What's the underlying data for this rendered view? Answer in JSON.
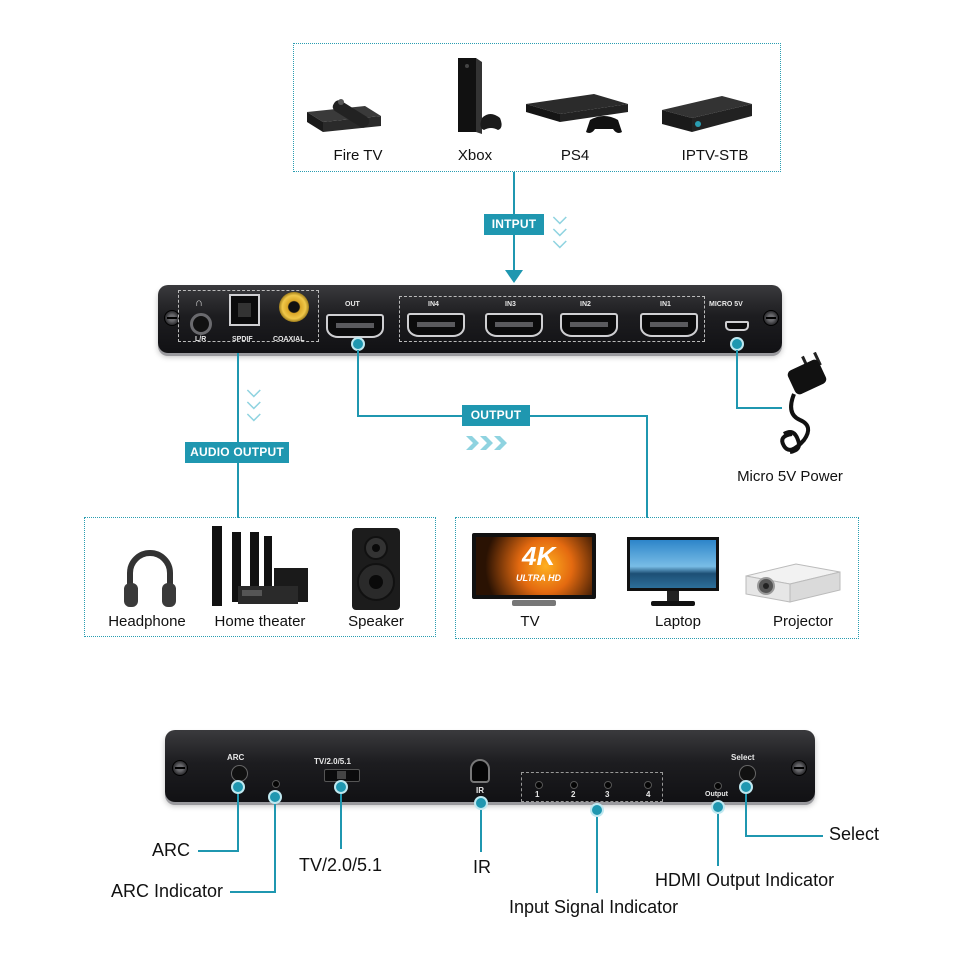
{
  "sources": [
    {
      "label": "Fire TV",
      "icon": "fire-tv-icon"
    },
    {
      "label": "Xbox",
      "icon": "xbox-icon"
    },
    {
      "label": "PS4",
      "icon": "ps4-icon"
    },
    {
      "label": "IPTV-STB",
      "icon": "iptv-stb-icon"
    }
  ],
  "tags": {
    "input": "INTPUT",
    "audio_output": "AUDIO OUTPUT",
    "output": "OUTPUT"
  },
  "rear_panel": {
    "lr": "L/R",
    "spdif": "SPDIF",
    "coaxial": "COAXIAL",
    "out": "OUT",
    "in4": "IN4",
    "in3": "IN3",
    "in2": "IN2",
    "in1": "IN1",
    "micro5v": "MICRO 5V"
  },
  "power": {
    "label": "Micro 5V Power"
  },
  "audio_devices": [
    {
      "label": "Headphone",
      "icon": "headphone-icon"
    },
    {
      "label": "Home theater",
      "icon": "home-theater-icon"
    },
    {
      "label": "Speaker",
      "icon": "speaker-icon"
    }
  ],
  "display_devices": [
    {
      "label": "TV",
      "icon": "tv-icon",
      "screen_text": "4K",
      "screen_sub": "ULTRA HD"
    },
    {
      "label": "Laptop",
      "icon": "laptop-icon"
    },
    {
      "label": "Projector",
      "icon": "projector-icon"
    }
  ],
  "front_panel": {
    "arc": "ARC",
    "mode": "TV/2.0/5.1",
    "ir": "IR",
    "n1": "1",
    "n2": "2",
    "n3": "3",
    "n4": "4",
    "output": "Output",
    "select": "Select"
  },
  "callouts": {
    "arc": "ARC",
    "arc_indicator": "ARC Indicator",
    "mode_switch": "TV/2.0/5.1",
    "ir": "IR",
    "input_signal": "Input Signal Indicator",
    "hdmi_output": "HDMI Output Indicator",
    "select": "Select"
  },
  "colors": {
    "accent": "#1f97b0",
    "panel": "#1d1d20",
    "box_border": "#2a9db1"
  }
}
